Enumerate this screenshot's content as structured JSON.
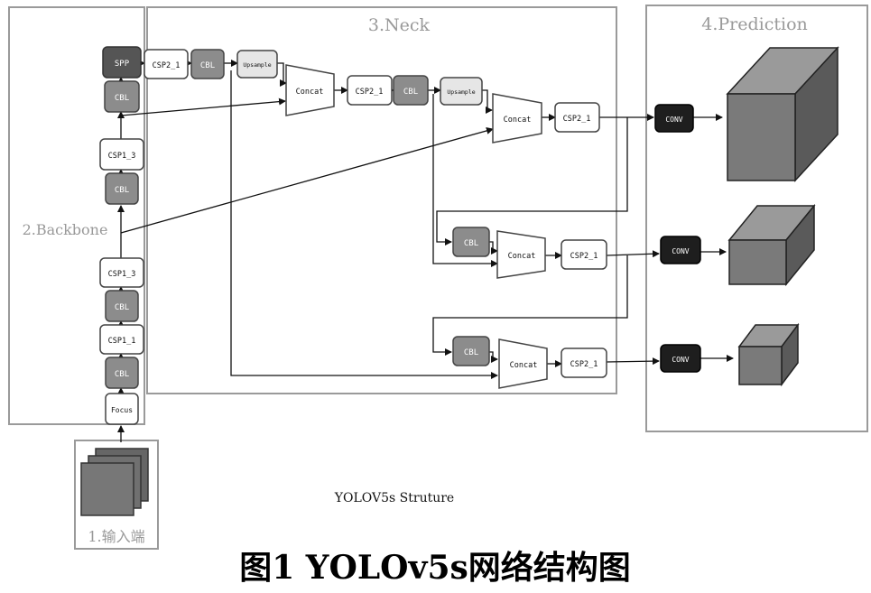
{
  "sections": {
    "input": "1.输入端",
    "backbone": "2.Backbone",
    "neck": "3.Neck",
    "prediction": "4.Prediction"
  },
  "backbone_blocks": {
    "focus": "Focus",
    "cbl_1": "CBL",
    "csp1_1": "CSP1_1",
    "cbl_2": "CBL",
    "csp1_3a": "CSP1_3",
    "cbl_3": "CBL",
    "csp1_3b": "CSP1_3",
    "cbl_4": "CBL",
    "spp": "SPP"
  },
  "neck_blocks": {
    "csp2_1a": "CSP2_1",
    "cbl_a": "CBL",
    "upsample_1": "Upsample",
    "concat_1": "Concat",
    "csp2_1b": "CSP2_1",
    "cbl_b": "CBL",
    "upsample_2": "Upsample",
    "concat_2": "Concat",
    "csp2_1c": "CSP2_1",
    "cbl_c": "CBL",
    "concat_3": "Concat",
    "csp2_1d": "CSP2_1",
    "cbl_d": "CBL",
    "concat_4": "Concat",
    "csp2_1e": "CSP2_1"
  },
  "prediction_blocks": {
    "conv_1": "CONV",
    "conv_2": "CONV",
    "conv_3": "CONV"
  },
  "caption_inner": "YOLOV5s Struture",
  "caption_main": "图1   YOLOv5s网络结构图",
  "colors": {
    "frame": "#9a9a9a",
    "cbl_fill": "#8c8c8c",
    "spp_fill": "#555555",
    "upsample_fill": "#e6e6e6",
    "conv_fill": "#1e1e1e",
    "cube_front": "#7a7a7a",
    "cube_top": "#9a9a9a",
    "cube_side": "#5a5a5a"
  }
}
